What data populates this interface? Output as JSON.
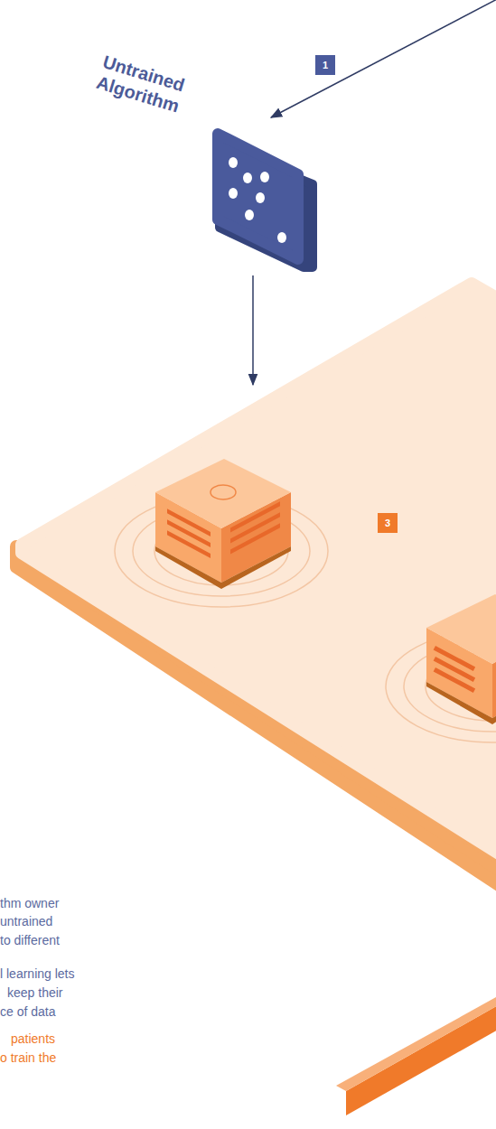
{
  "diagram": {
    "nodes": [
      {
        "text": [
          "Untrained Algorithm"
        ]
      }
    ],
    "labels": [
      "1",
      "3",
      "thm owner",
      "untrained",
      "to different",
      "l learning lets",
      "keep their",
      "ce of data",
      "patients",
      "o train the"
    ]
  }
}
